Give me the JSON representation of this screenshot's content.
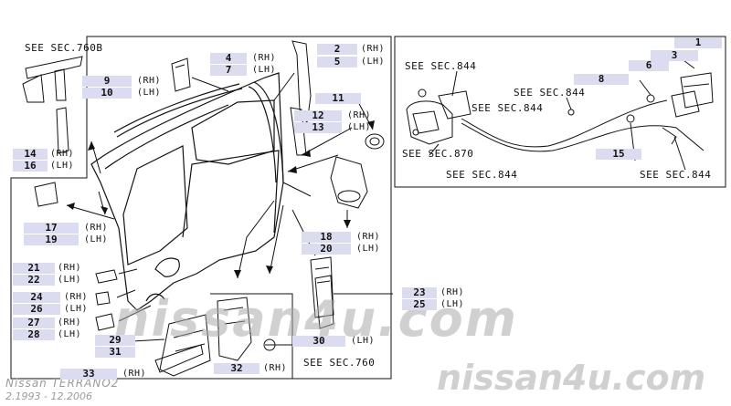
{
  "see_sec": {
    "s760b": "SEE SEC.760B",
    "s844a": "SEE SEC.844",
    "s844b": "SEE SEC.844",
    "s844c": "SEE SEC.844",
    "s870": "SEE SEC.870",
    "s844d": "SEE SEC.844",
    "s844e": "SEE SEC.844",
    "s760": "SEE SEC.760"
  },
  "parts": {
    "p1": "1",
    "p2": "2",
    "p3": "3",
    "p4": "4",
    "p5": "5",
    "p6": "6",
    "p7": "7",
    "p8": "8",
    "p9": "9",
    "p10": "10",
    "p11": "11",
    "p12": "12",
    "p13": "13",
    "p14": "14",
    "p15": "15",
    "p16": "16",
    "p17": "17",
    "p18": "18",
    "p19": "19",
    "p20": "20",
    "p21": "21",
    "p22": "22",
    "p23": "23",
    "p24": "24",
    "p25": "25",
    "p26": "26",
    "p27": "27",
    "p28": "28",
    "p29": "29",
    "p30": "30",
    "p31": "31",
    "p32": "32",
    "p33": "33"
  },
  "side": {
    "rh": "(RH)",
    "lh": "(LH)"
  },
  "watermark": {
    "main": "nissan4u.com",
    "corner": "nissan4u.com"
  },
  "footer": {
    "model": "Nissan TERRANO2",
    "dates": "2.1993 - 12.2006"
  }
}
